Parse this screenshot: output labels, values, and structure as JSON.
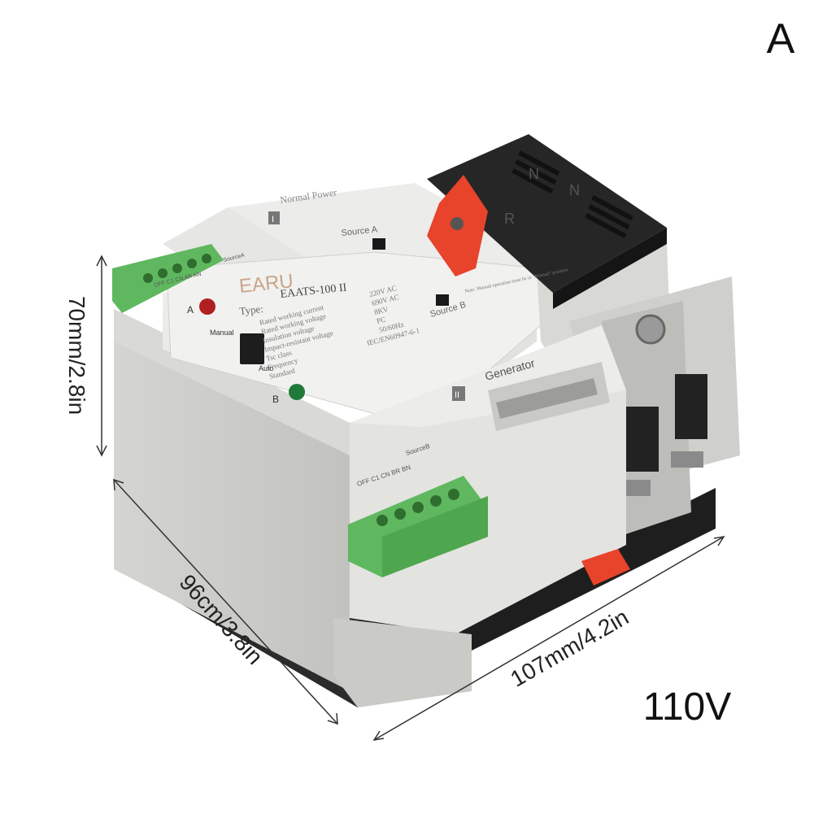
{
  "corner_label": "A",
  "voltage_label": "110V",
  "dimensions": {
    "height": "70mm/2.8in",
    "depth": "96cm/3.8in",
    "width": "107mm/4.2in"
  },
  "device": {
    "brand": "EARU",
    "type_prefix": "Type:",
    "model": "EAATS-100 II",
    "normal_power": "Normal Power",
    "generator": "Generator",
    "source_a": "Source A",
    "source_b": "Source B",
    "indicator_a": "A",
    "indicator_b": "B",
    "mode_manual": "Manual",
    "mode_auto": "Auto",
    "roman_one": "I",
    "roman_two": "II",
    "terminal_a_header": "SourceA",
    "terminal_a_pins": "OFF C1 CN AR AN",
    "terminal_b_header": "SourceB",
    "terminal_b_pins": "OFF C1 CN BR BN",
    "spec_labels": [
      "Rated working current",
      "Rated working voltage",
      "Insulation voltage",
      "Impact-resistant voltage",
      "Tsc class",
      "Frequency",
      "Standard"
    ],
    "spec_values": [
      "220V AC",
      "690V AC",
      "8KV",
      "PC",
      "50/60Hz",
      "IEC/EN60947-6-1"
    ],
    "note_text": "Note: Manual operation must be in \"Manual\" position",
    "block_letters": [
      "R",
      "N",
      "N"
    ]
  },
  "colors": {
    "housing": "#e4e4e2",
    "terminal_green": "#5fb85f",
    "handle_red": "#e8432b",
    "black_block": "#2a2a2a",
    "led_a": "#b02020",
    "led_b": "#1f7a3a"
  }
}
